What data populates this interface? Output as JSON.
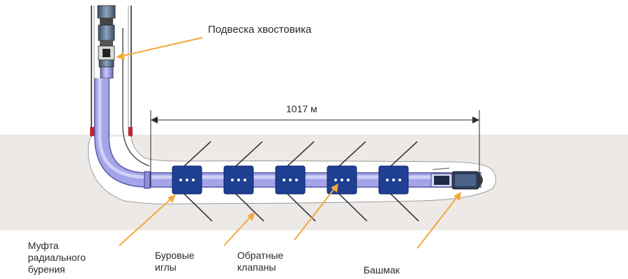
{
  "labels": {
    "liner_hanger": "Подвеска хвостовика",
    "length": "1017 м",
    "coupling_line1": "Муфта",
    "coupling_line2": "радиального",
    "coupling_line3": "бурения",
    "needles_line1": "Буровые",
    "needles_line2": "иглы",
    "valves_line1": "Обратные",
    "valves_line2": "клапаны",
    "shoe": "Башмак"
  },
  "colors": {
    "formation": "#ece9e7",
    "pipe": "#a4a4e8",
    "pipe_edge": "#6a6ab8",
    "block": "#1f3f93",
    "arrow": "#f2a93b",
    "casing_mark": "#c2262c",
    "needle": "#3a3a3a"
  }
}
